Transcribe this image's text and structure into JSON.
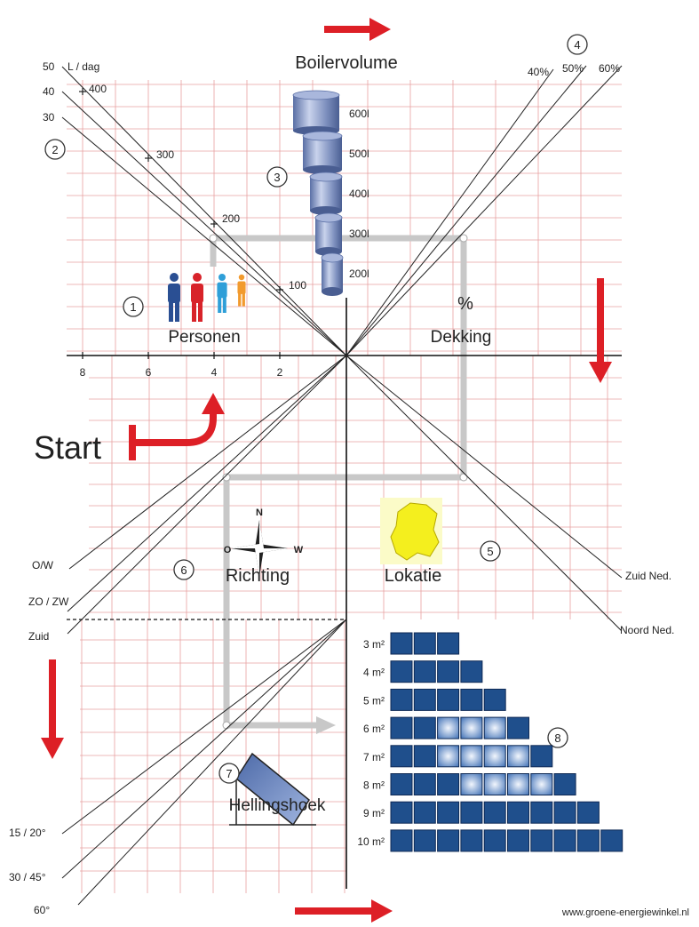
{
  "title": "Boilervolume",
  "start_label": "Start",
  "website": "www.groene-energiewinkel.nl",
  "colors": {
    "grid": "#e8a0a0",
    "arrow": "#dd1f26",
    "path": "#c8c8c8",
    "panel": "#1f4f8c",
    "axis": "#111111"
  },
  "step_numbers": [
    "1",
    "2",
    "3",
    "4",
    "5",
    "6",
    "7",
    "8"
  ],
  "quadrants": {
    "personen": {
      "label": "Personen",
      "ticks": [
        "8",
        "6",
        "4",
        "2"
      ]
    },
    "usage": {
      "unit_label": "L / dag",
      "lines": [
        "50",
        "40",
        "30"
      ],
      "ticks": [
        "400",
        "300",
        "200",
        "100"
      ]
    },
    "boiler": {
      "volumes": [
        "600l",
        "500l",
        "400l",
        "300l",
        "200l"
      ]
    },
    "dekking": {
      "label": "Dekking",
      "symbol": "%",
      "lines": [
        "40%",
        "50%",
        "60%"
      ]
    },
    "lokatie": {
      "label": "Lokatie",
      "lines": [
        "Zuid Ned.",
        "Noord Ned."
      ]
    },
    "richting": {
      "label": "Richting",
      "lines": [
        "O/W",
        "ZO / ZW",
        "Zuid"
      ],
      "compass": [
        "N",
        "O",
        "W"
      ]
    },
    "hellingshoek": {
      "label": "Hellingshoek",
      "lines": [
        "15 / 20°",
        "30 / 45°",
        "60°"
      ]
    },
    "panels": [
      {
        "label": "3 m²",
        "count": 3,
        "highlight": 0
      },
      {
        "label": "4 m²",
        "count": 4,
        "highlight": 0
      },
      {
        "label": "5 m²",
        "count": 5,
        "highlight": 0
      },
      {
        "label": "6 m²",
        "count": 6,
        "highlight": 3
      },
      {
        "label": "7 m²",
        "count": 7,
        "highlight": 4
      },
      {
        "label": "8 m²",
        "count": 8,
        "highlight": 4
      },
      {
        "label": "9 m²",
        "count": 9,
        "highlight": 0
      },
      {
        "label": "10 m²",
        "count": 10,
        "highlight": 0
      }
    ]
  }
}
